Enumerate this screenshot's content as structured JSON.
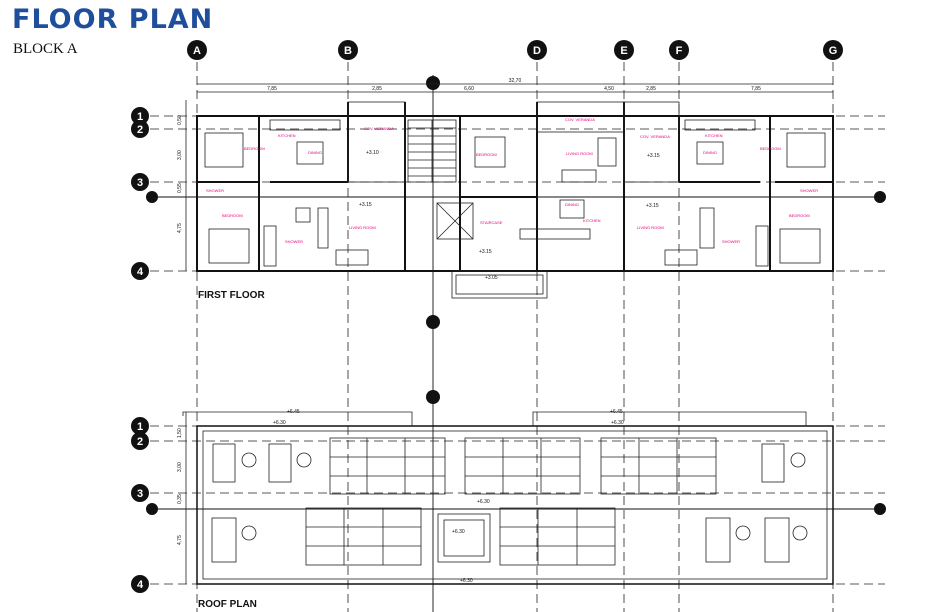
{
  "header": {
    "title": "FLOOR PLAN",
    "subtitle": "BLOCK A"
  },
  "grid": {
    "columns": [
      "A",
      "B",
      "D",
      "E",
      "F",
      "G"
    ],
    "rows": [
      "1",
      "2",
      "3",
      "4"
    ]
  },
  "dimensions": {
    "overall": "32,70",
    "spans": [
      "7,85",
      "2,85",
      "6,60",
      "4,50",
      "2,85",
      "7,85"
    ],
    "rows_first_floor": [
      "0,50",
      "3,00",
      "0,55",
      "4,75"
    ],
    "rows_roof": [
      "1,50",
      "3,00",
      "0,35",
      "4,75"
    ]
  },
  "first_floor": {
    "label": "FIRST FLOOR",
    "rooms": {
      "kitchen": "KITCHEN",
      "dining": "DINING",
      "bedroom": "BEDROOM",
      "shower": "SHOWER",
      "living_room": "LIVING ROOM",
      "veranda": "COV. VERANDA",
      "living_dining": "LIVING ROOM",
      "staircase": "STAIRCASE"
    },
    "levels": [
      "+3.15",
      "+3.10",
      "+3.15",
      "+3.15",
      "+3.05",
      "+3.15"
    ]
  },
  "roof_plan": {
    "label": "ROOF PLAN",
    "levels": [
      "+6.45",
      "+6.45",
      "+6.30",
      "+6.30",
      "+6.30",
      "+6.30",
      "+6.30"
    ]
  }
}
